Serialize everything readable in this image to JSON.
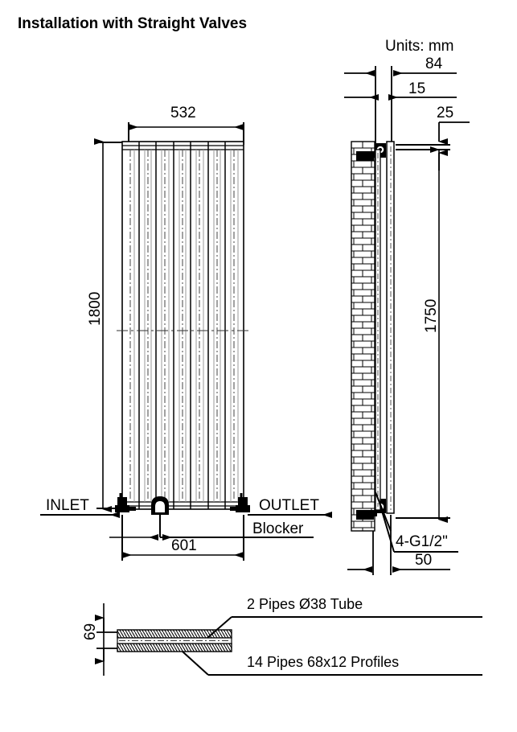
{
  "title": "Installation with Straight Valves",
  "units_note": "Units: mm",
  "front_view": {
    "name": "front-elevation",
    "dimensions": {
      "width_overall": "532",
      "height_overall": "1800",
      "valve_centres": "601"
    },
    "labels": {
      "inlet": "INLET",
      "outlet": "OUTLET",
      "blocker": "Blocker"
    }
  },
  "side_view": {
    "name": "side-elevation",
    "dimensions": {
      "projection_top": "84",
      "bracket_offset": "15",
      "top_gap": "25",
      "height_mounting": "1750",
      "bottom_offset": "50"
    },
    "labels": {
      "connections": "4-G1/2\""
    }
  },
  "section_view": {
    "name": "horizontal-section",
    "dimensions": {
      "depth": "69"
    },
    "callouts": {
      "tube": "2 Pipes Ø38 Tube",
      "profiles": "14 Pipes 68x12 Profiles"
    }
  },
  "style": {
    "line_color": "#000000",
    "background": "#ffffff",
    "panel_fill": "#ffffff",
    "hatch_color": "#000000"
  }
}
